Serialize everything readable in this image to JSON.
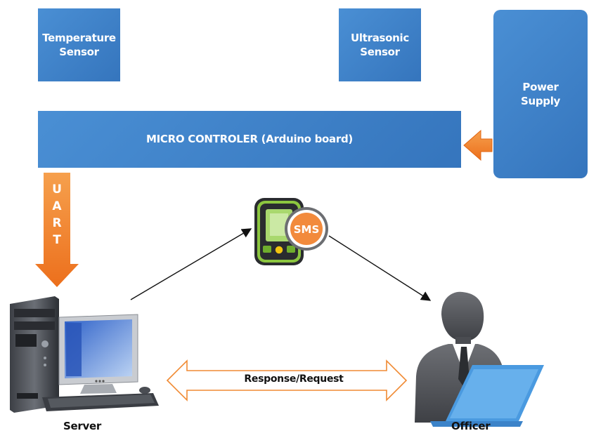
{
  "nodes": {
    "temperature_sensor": "Temperature\nSensor",
    "ultrasonic_sensor": "Ultrasonic\nSensor",
    "power_supply": "Power\nSupply",
    "microcontroller": "MICRO CONTROLER (Arduino board)",
    "server": "Server",
    "officer": "Officer"
  },
  "edges": {
    "uart": "UART",
    "sms_badge": "SMS",
    "response_request": "Response/Request"
  },
  "colors": {
    "box_blue": "#3a7cc4",
    "arrow_orange": "#f07f2a",
    "phone_green": "#7dc242",
    "laptop_blue": "#4a9ae0"
  },
  "icons": {
    "server": "desktop-computer-icon",
    "phone": "sms-phone-icon",
    "officer": "person-laptop-icon"
  }
}
